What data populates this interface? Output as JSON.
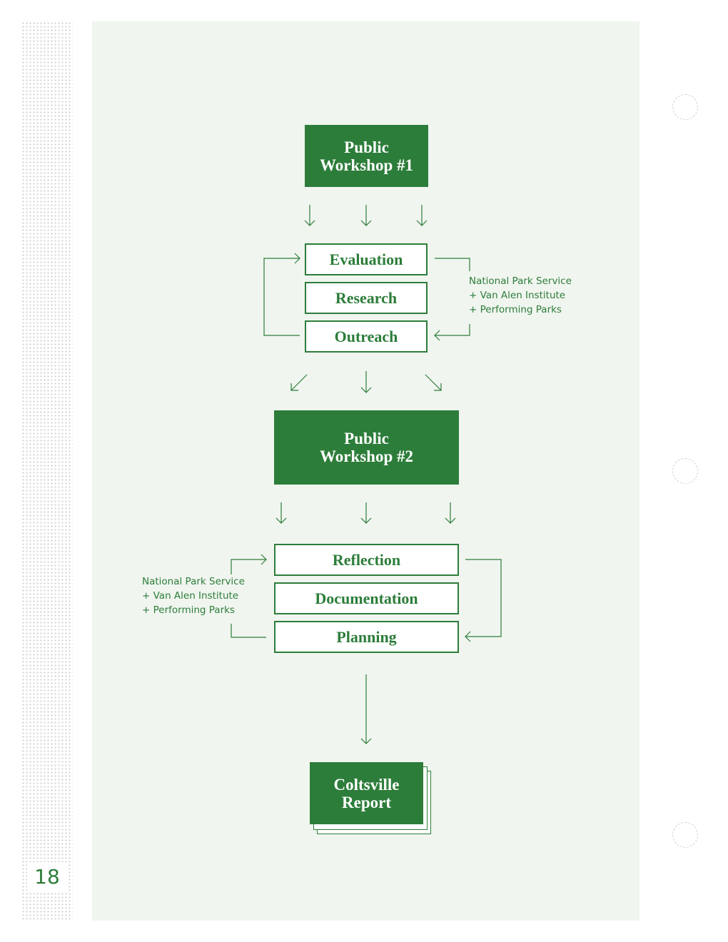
{
  "page": {
    "number": "18"
  },
  "flow": {
    "workshop1": "Public\nWorkshop #1",
    "phase1": [
      "Evaluation",
      "Research",
      "Outreach"
    ],
    "partners1": [
      "National Park Service",
      "+ Van Alen Institute",
      "+ Performing Parks"
    ],
    "workshop2": "Public\nWorkshop #2",
    "phase2": [
      "Reflection",
      "Documentation",
      "Planning"
    ],
    "partners2": [
      "National Park Service",
      "+ Van Alen Institute",
      "+ Performing Parks"
    ],
    "report": "Coltsville\nReport"
  },
  "colors": {
    "accent": "#2d7d3a",
    "panel": "#f0f5ef"
  }
}
